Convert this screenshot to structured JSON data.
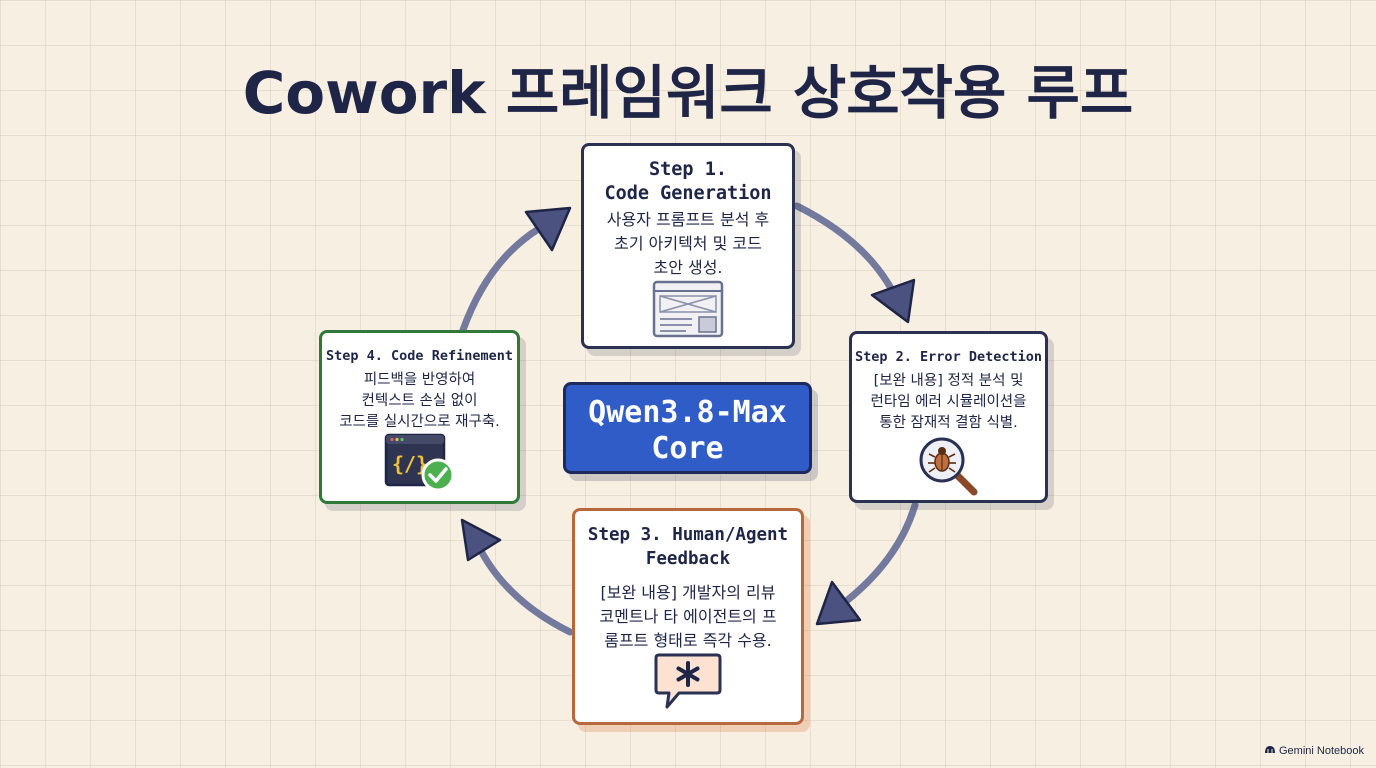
{
  "title": "Cowork 프레임워크 상호작용 루프",
  "core": {
    "line1": "Qwen3.8-Max",
    "line2": "Core",
    "color": "#2f5cc6"
  },
  "steps": [
    {
      "heading_lines": [
        "Step 1.",
        "Code Generation"
      ],
      "body_lines": [
        "사용자 프롬프트 분석 후",
        "초기 아키텍처 및 코드",
        "초안 생성."
      ],
      "icon": "browser-wireframe-icon",
      "border_color": "#2b3152"
    },
    {
      "heading_lines": [
        "Step 2. Error Detection"
      ],
      "body_lines": [
        "[보완 내용] 정적 분석 및",
        "런타임 에러 시뮬레이션을",
        "통한 잠재적 결함 식별."
      ],
      "icon": "bug-magnifier-icon",
      "border_color": "#2b3152"
    },
    {
      "heading_lines": [
        "Step 3. Human/Agent",
        "Feedback"
      ],
      "body_lines": [
        "[보완 내용] 개발자의 리뷰",
        "코멘트나 타 에이전트의 프",
        "롬프트 형태로 즉각 수용."
      ],
      "icon": "chat-asterisk-icon",
      "border_color": "#b8683d"
    },
    {
      "heading_lines": [
        "Step 4. Code Refinement"
      ],
      "body_lines": [
        "피드백을 반영하여",
        "컨텍스트 손실 없이",
        "코드를 실시간으로 재구축."
      ],
      "icon": "code-window-check-icon",
      "border_color": "#2f7a3a"
    }
  ],
  "icon_code_text": "{/}",
  "watermark": "Gemini Notebook"
}
